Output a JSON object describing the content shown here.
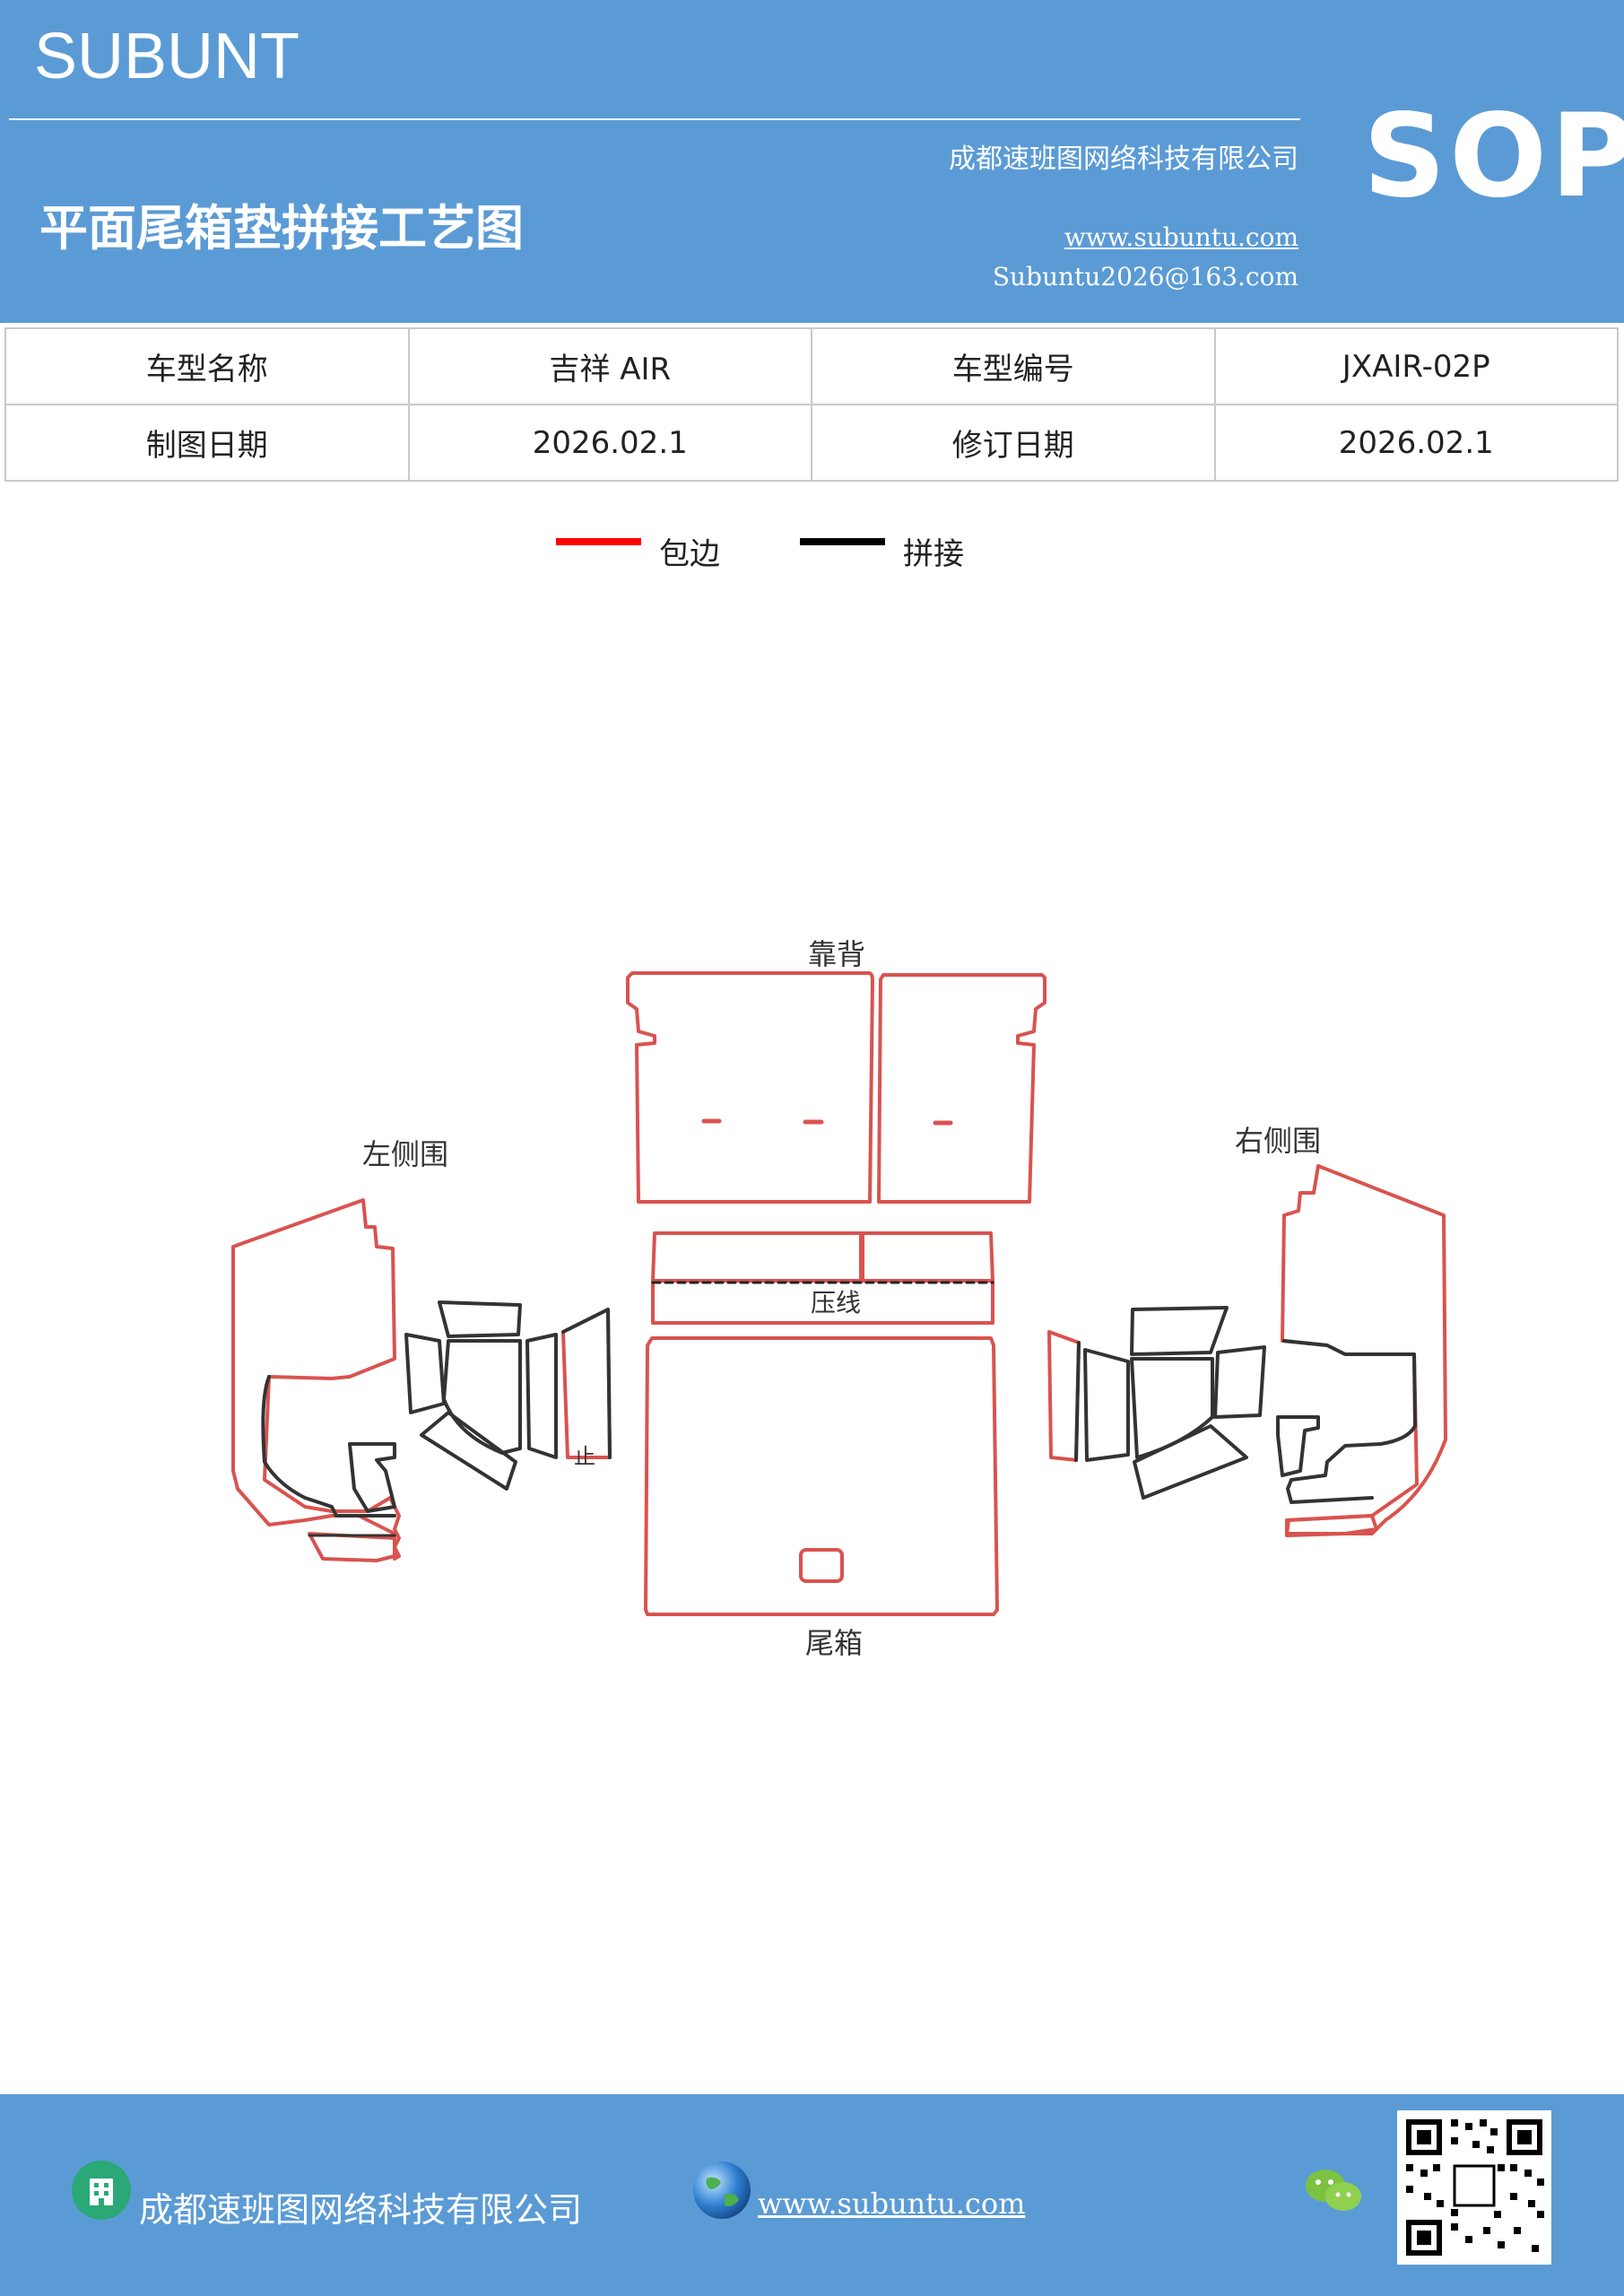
{
  "header": {
    "brand": "SUBUNT",
    "doc_title": "平面尾箱垫拼接工艺图",
    "company": "成都速班图网络科技有限公司",
    "website": "www.subuntu.com",
    "email": "Subuntu2026@163.com",
    "badge": "SOP"
  },
  "info_table": {
    "rows": [
      [
        "车型名称",
        "吉祥 AIR",
        "车型编号",
        "JXAIR-02P"
      ],
      [
        "制图日期",
        "2026.02.1",
        "修订日期",
        "2026.02.1"
      ]
    ]
  },
  "legend": {
    "items": [
      {
        "label": "包边",
        "color": "#ff0000"
      },
      {
        "label": "拼接",
        "color": "#000000"
      }
    ]
  },
  "diagram": {
    "labels": {
      "backrest": "靠背",
      "left_side": "左侧围",
      "right_side": "右侧围",
      "press_line": "压线",
      "trunk": "尾箱",
      "small_mark": "止"
    },
    "edge_color": "#d9534f",
    "seam_color": "#333333"
  },
  "footer": {
    "company": "成都速班图网络科技有限公司",
    "website": "www.subuntu.com",
    "icons": [
      "building-icon",
      "globe-icon",
      "wechat-icon",
      "qr-code"
    ]
  },
  "colors": {
    "brand_blue": "#5b9bd5"
  }
}
